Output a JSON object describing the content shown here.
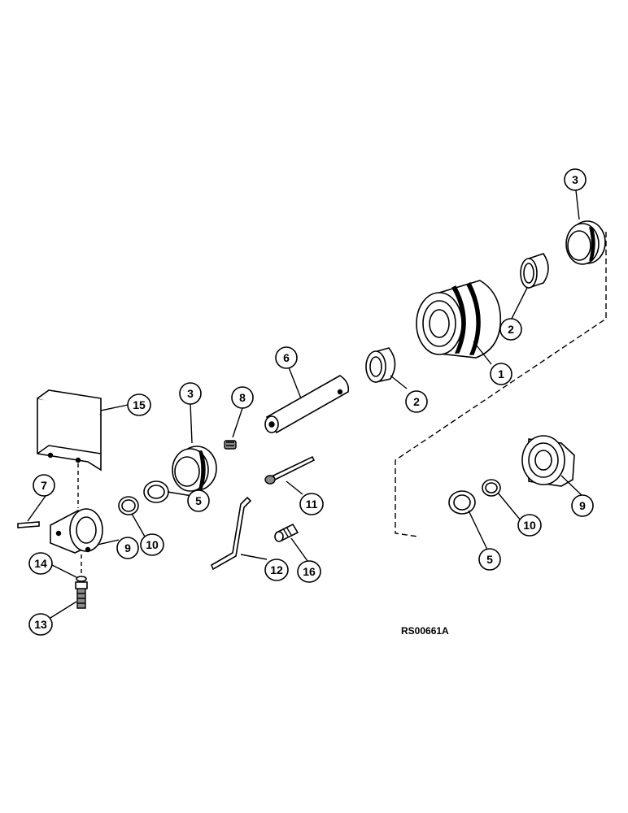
{
  "callouts": [
    {
      "id": "c1",
      "label": "1"
    },
    {
      "id": "c2a",
      "label": "2"
    },
    {
      "id": "c2b",
      "label": "2"
    },
    {
      "id": "c3a",
      "label": "3"
    },
    {
      "id": "c3b",
      "label": "3"
    },
    {
      "id": "c5a",
      "label": "5"
    },
    {
      "id": "c5b",
      "label": "5"
    },
    {
      "id": "c6",
      "label": "6"
    },
    {
      "id": "c7",
      "label": "7"
    },
    {
      "id": "c8",
      "label": "8"
    },
    {
      "id": "c9a",
      "label": "9"
    },
    {
      "id": "c9b",
      "label": "9"
    },
    {
      "id": "c10a",
      "label": "10"
    },
    {
      "id": "c10b",
      "label": "10"
    },
    {
      "id": "c11",
      "label": "11"
    },
    {
      "id": "c12",
      "label": "12"
    },
    {
      "id": "c13",
      "label": "13"
    },
    {
      "id": "c14",
      "label": "14"
    },
    {
      "id": "c15",
      "label": "15"
    },
    {
      "id": "c16",
      "label": "16"
    }
  ],
  "reference_code": "RS00661A"
}
